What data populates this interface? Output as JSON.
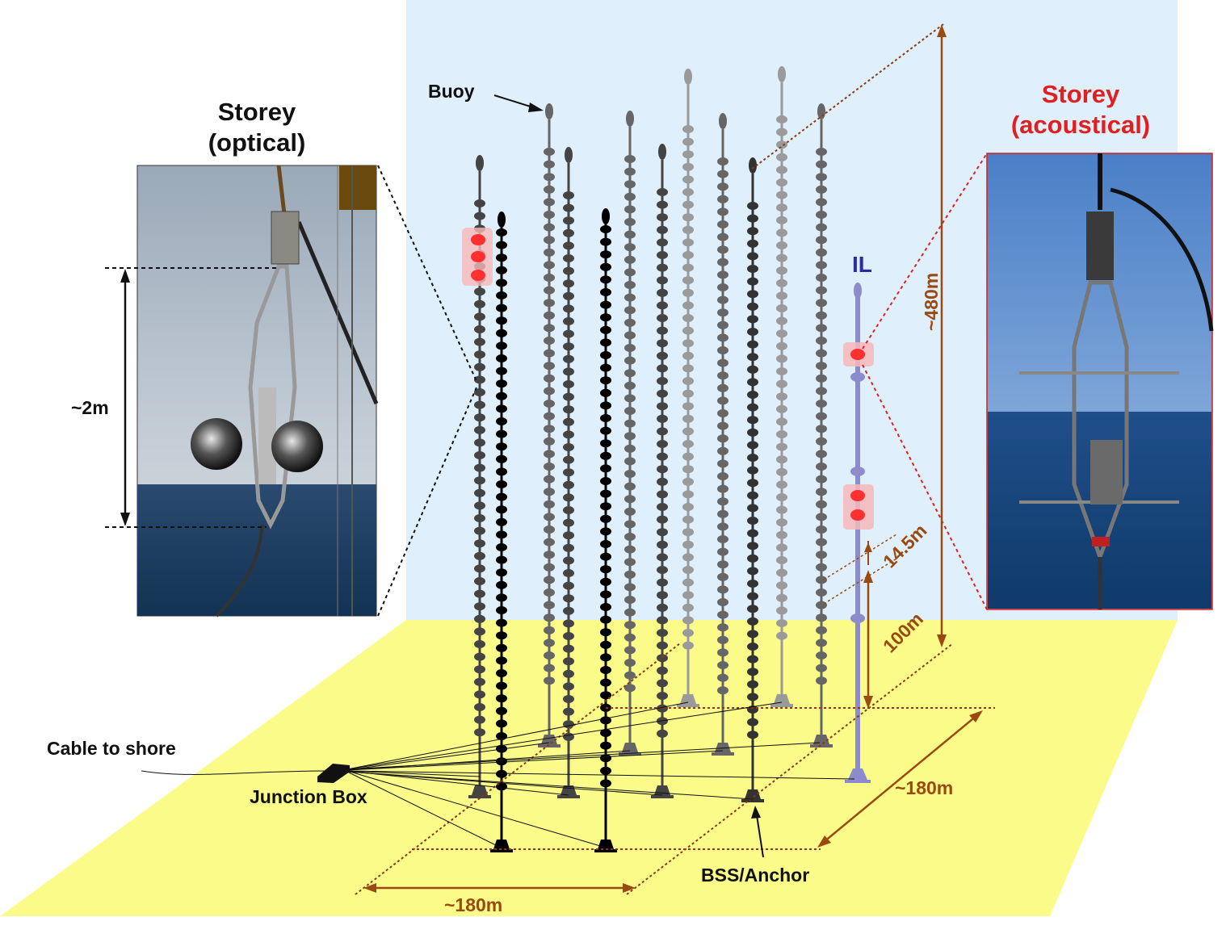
{
  "titles": {
    "optical": [
      "Storey",
      "(optical)"
    ],
    "acoustical": [
      "Storey",
      "(acoustical)"
    ]
  },
  "labels": {
    "buoy": "Buoy",
    "il": "IL",
    "cable": "Cable to shore",
    "junction_box": "Junction Box",
    "anchor": "BSS/Anchor"
  },
  "dimensions": {
    "storey_height": "~2m",
    "line_height": "~480m",
    "storey_spacing": "14.5m",
    "first_storey": "100m",
    "width_right": "~180m",
    "width_bottom": "~180m"
  },
  "colors": {
    "water": "#dfeffb",
    "seabed": "#fbfb8a",
    "dimension": "#9a4a10",
    "acoustic_storey": "#ff3030",
    "il_line": "#8c8ccc"
  }
}
